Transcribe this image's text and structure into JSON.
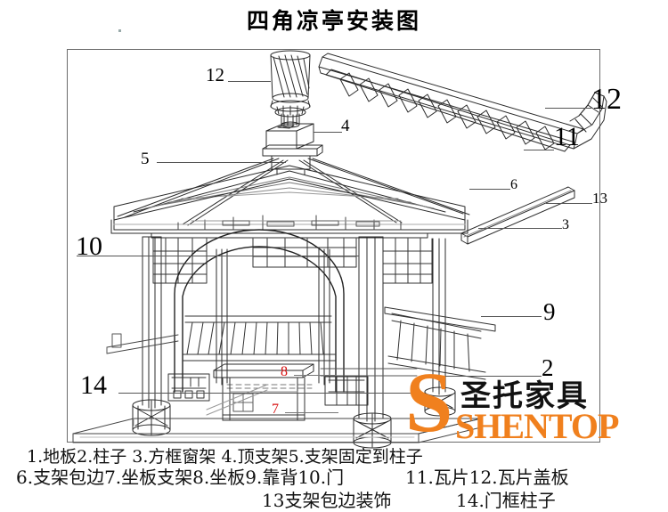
{
  "page": {
    "title": "四角凉亭安装图",
    "accent_color": "#F0801E",
    "callout_color": "#d81010",
    "frame_color": "#6b6b6b"
  },
  "drawing": {
    "description": "四角凉亭 exploded assembly line drawing",
    "callouts": [
      {
        "id": "c12a",
        "label": "12",
        "position": "top-center-left",
        "points_to": "瓦片盖板 (finial cap)"
      },
      {
        "id": "c4",
        "label": "4",
        "position": "top-center-right",
        "points_to": "顶支架"
      },
      {
        "id": "c5",
        "label": "5",
        "position": "upper-left",
        "points_to": "支架固定到柱子"
      },
      {
        "id": "c12b",
        "label": "12",
        "position": "right-top",
        "points_to": "瓦片盖板"
      },
      {
        "id": "c11",
        "label": "11",
        "position": "right-upper",
        "points_to": "瓦片"
      },
      {
        "id": "c6",
        "label": "6",
        "position": "right-mid-upper",
        "points_to": "支架包边"
      },
      {
        "id": "c13",
        "label": "13",
        "position": "right-edge",
        "points_to": "支架包边装饰"
      },
      {
        "id": "c3",
        "label": "3",
        "position": "right-mid",
        "points_to": "方框窗架"
      },
      {
        "id": "c10",
        "label": "10",
        "position": "left-mid",
        "points_to": "门"
      },
      {
        "id": "c9",
        "label": "9",
        "position": "right-center",
        "points_to": "靠背"
      },
      {
        "id": "c2",
        "label": "2",
        "position": "right-lower",
        "points_to": "柱子"
      },
      {
        "id": "c14",
        "label": "14",
        "position": "left-lower",
        "points_to": "门框柱子"
      },
      {
        "id": "c8",
        "label": "8",
        "position": "center-lower",
        "points_to": "坐板",
        "color": "#d81010"
      },
      {
        "id": "c7",
        "label": "7",
        "position": "center-bottom",
        "points_to": "坐板支架",
        "color": "#d81010"
      }
    ]
  },
  "logo": {
    "mark": "S",
    "chinese": "圣托家具",
    "english": "SHENTOP"
  },
  "legend": {
    "line1": "1.地板2.柱子  3.方框窗架    4.顶支架5.支架固定到柱子",
    "line2a": "6.支架包边7.坐板支架8.坐板9.靠背10.门",
    "line2b": "11.瓦片12.瓦片盖板",
    "line3a": "13支架包边装饰",
    "line3b": "14.门框柱子",
    "items": [
      {
        "n": "1",
        "text": "地板"
      },
      {
        "n": "2",
        "text": "柱子"
      },
      {
        "n": "3",
        "text": "方框窗架"
      },
      {
        "n": "4",
        "text": "顶支架"
      },
      {
        "n": "5",
        "text": "支架固定到柱子"
      },
      {
        "n": "6",
        "text": "支架包边"
      },
      {
        "n": "7",
        "text": "坐板支架"
      },
      {
        "n": "8",
        "text": "坐板"
      },
      {
        "n": "9",
        "text": "靠背"
      },
      {
        "n": "10",
        "text": "门"
      },
      {
        "n": "11",
        "text": "瓦片"
      },
      {
        "n": "12",
        "text": "瓦片盖板"
      },
      {
        "n": "13",
        "text": "支架包边装饰"
      },
      {
        "n": "14",
        "text": "门框柱子"
      }
    ]
  }
}
